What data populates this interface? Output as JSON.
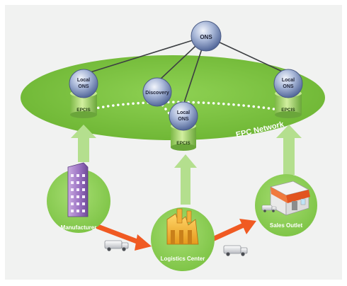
{
  "diagram": {
    "network_label": "EPC Network",
    "nodes": {
      "ons_root": {
        "label": "ONS"
      },
      "local_ons_left": {
        "line1": "Local",
        "line2": "ONS"
      },
      "local_ons_right": {
        "line1": "Local",
        "line2": "ONS"
      },
      "local_ons_center": {
        "line1": "Local",
        "line2": "ONS"
      },
      "discovery": {
        "label": "Discovery"
      },
      "epcis_left": {
        "label": "EPCIS"
      },
      "epcis_center": {
        "label": "EPCIS"
      },
      "epcis_right": {
        "label": "EPCIS"
      }
    },
    "parties": {
      "manufacturer": {
        "label": "Manufacturer",
        "icon": "building-icon"
      },
      "logistics_center": {
        "label": "Logistics Center",
        "icon": "factory-icon"
      },
      "sales_outlet": {
        "label": "Sales Outlet",
        "icon": "store-icon"
      }
    },
    "transport_icons": [
      "truck-icon",
      "truck-icon"
    ],
    "colors": {
      "network_green": "#78c340",
      "circle_green": "#8fd05a",
      "arrow_green": "#b4df8e",
      "arrow_orange": "#f05a22",
      "sphere_blue": "#8a9ec9",
      "cylinder_green": "#a8d86e"
    }
  }
}
